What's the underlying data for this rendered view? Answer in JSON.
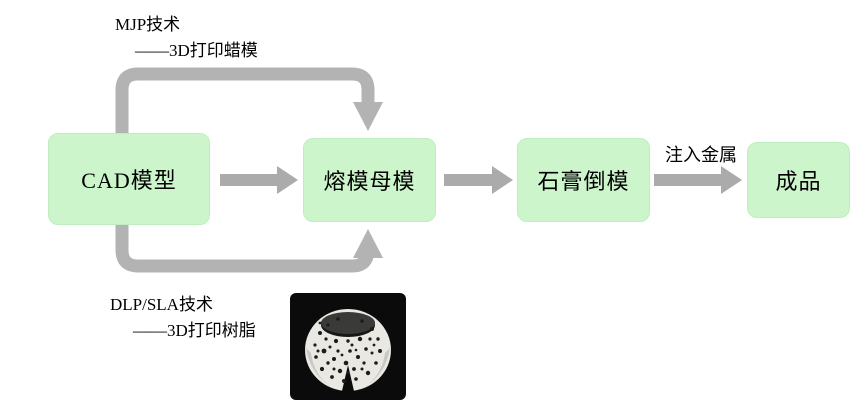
{
  "diagram": {
    "nodes": [
      {
        "id": "cad-model",
        "label": "CAD模型"
      },
      {
        "id": "master-pattern",
        "label": "熔模母模"
      },
      {
        "id": "plaster-mold",
        "label": "石膏倒模"
      },
      {
        "id": "final-product",
        "label": "成品"
      }
    ],
    "annotations": {
      "top_path_line1": "MJP技术",
      "top_path_line2": "——3D打印蜡模",
      "bottom_path_line1": "DLP/SLA技术",
      "bottom_path_line2": "——3D打印树脂",
      "metal_arrow_label": "注入金属"
    },
    "colors": {
      "node_fill": "#ccf5cb",
      "arrow_gray": "#b3b3b3",
      "photo_background": "#0b0b0b",
      "bracelet_white": "#e9e8e3"
    }
  }
}
